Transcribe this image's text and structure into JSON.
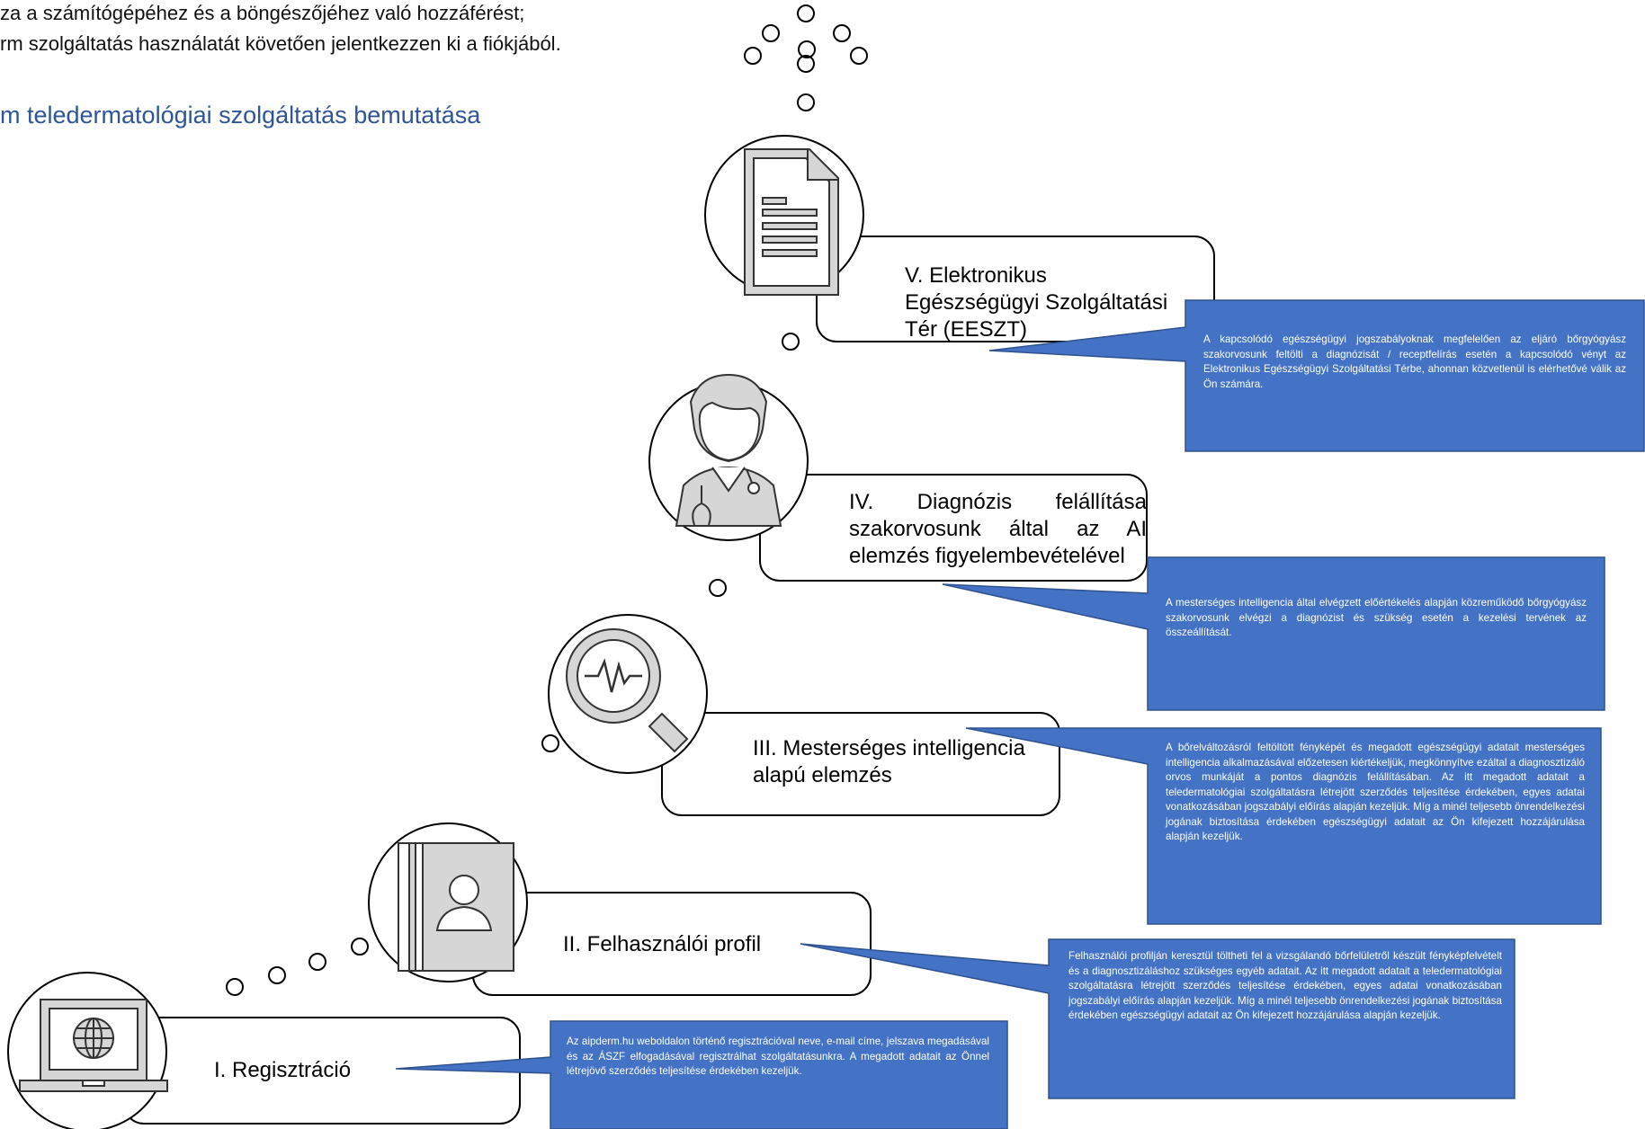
{
  "intro": {
    "line1": "za a számítógépéhez és a böngészőjéhez való hozzáférést;",
    "line2": "rm szolgáltatás használatát követően jelentkezzen ki a fiókjából.",
    "section_title": "m teledermatológiai szolgáltatás bemutatása"
  },
  "colors": {
    "callout": "#4472c4",
    "callout_border": "#2f528f",
    "title": "#2e5597"
  },
  "steps": [
    {
      "label": "I. Regisztráció",
      "icon": "laptop-globe-icon",
      "description": "Az aipderm.hu weboldalon történő regisztrációval neve, e-mail címe, jelszava megadásával és az ÁSZF elfogadásával regisztrálhat szolgáltatásunkra. A megadott adatait az Önnel létrejövő szerződés teljesítése érdekében kezeljük."
    },
    {
      "label": "II. Felhasználói profil",
      "icon": "user-profile-icon",
      "description": "Felhasználói profilján keresztül töltheti fel a vizsgálandó bőrfelületről készült fényképfelvételt és a diagnosztizáláshoz szükséges egyéb adatait. Az itt megadott adatait a teledermatológiai szolgáltatásra létrejött szerződés teljesítése érdekében, egyes adatai vonatkozásában jogszabályi előírás alapján kezeljük. Míg a minél teljesebb önrendelkezési jogának biztosítása érdekében egészségügyi adatait az Ön kifejezett hozzájárulása alapján kezeljük."
    },
    {
      "label": "III. Mesterséges intelligencia alapú elemzés",
      "icon": "magnifier-pulse-icon",
      "description": "A bőrelváltozásról feltöltött fényképét és megadott egészségügyi adatait mesterséges intelligencia alkalmazásával előzetesen kiértékeljük, megkönnyítve ezáltal a diagnosztizáló orvos munkáját a pontos diagnózis felállításában. Az itt megadott adatait a teledermatológiai szolgáltatásra létrejött szerződés teljesítése érdekében, egyes adatai vonatkozásában jogszabályi előírás alapján kezeljük. Míg a minél teljesebb önrendelkezési jogának biztosítása érdekében egészségügyi adatait az Ön kifejezett hozzájárulása alapján kezeljük."
    },
    {
      "label": "IV. Diagnózis felállítása szakorvosunk által az AI elemzés figyelembevételével",
      "icon": "doctor-icon",
      "description": "A mesterséges intelligencia által elvégzett előértékelés alapján közreműködő bőrgyógyász szakorvosunk elvégzi a diagnózist és szükség esetén a kezelési tervének az összeállítását."
    },
    {
      "label": "V. Elektronikus Egészségügyi Szolgáltatási Tér (EESZT)",
      "icon": "document-icon",
      "description": "A kapcsolódó egészségügyi jogszabályoknak megfelelően az eljáró bőrgyógyász szakorvosunk feltölti a diagnózisát / receptfelírás esetén a kapcsolódó vényt az Elektronikus Egészségügyi Szolgáltatási Térbe, ahonnan közvetlenül is elérhetővé válik az Ön számára."
    }
  ]
}
